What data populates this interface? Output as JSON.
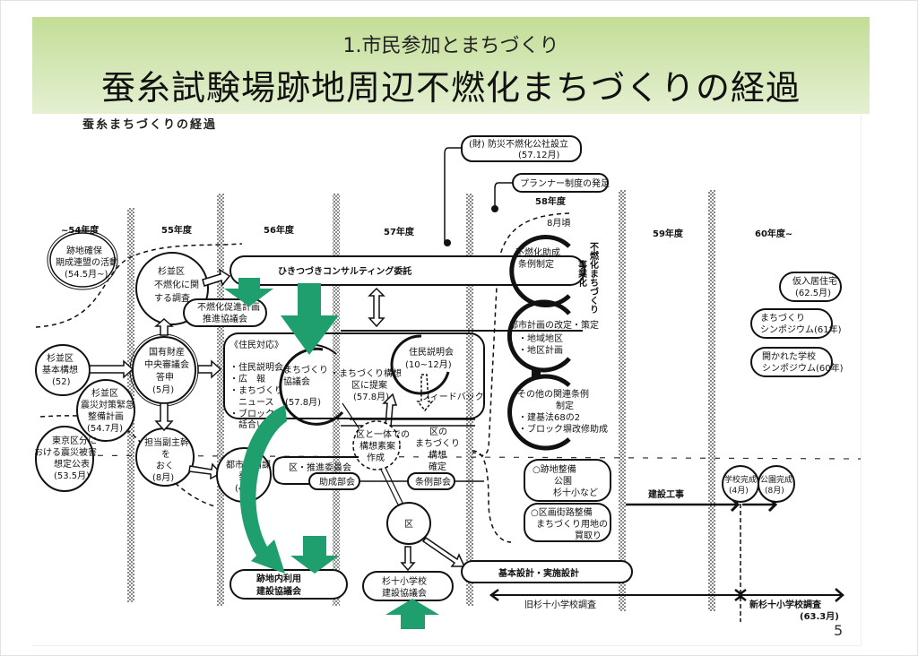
{
  "header": {
    "subtitle": "1.市民参加とまちづくり",
    "title": "蚕糸試験場跡地周辺不燃化まちづくりの経過"
  },
  "document": {
    "title": "蚕糸まちづくりの経過",
    "page_number": "5"
  },
  "colors": {
    "header_top": "#c3dd96",
    "header_bottom": "#e4f0d2",
    "highlight_arrow": "#1f9e6e"
  },
  "years": [
    "~54年度",
    "55年度",
    "56年度",
    "57年度",
    "58年度",
    "59年度",
    "60年度~"
  ],
  "nodes": {
    "chiiki_kakuho": [
      "跡地確保",
      "期成連盟の活動",
      "(54.5月~)"
    ],
    "suginami_kihon": [
      "杉並区",
      "基本構想",
      "(52)"
    ],
    "shinsai_taisaku": [
      "杉並区",
      "震災対策緊急",
      "整備計画",
      "(54.7月)"
    ],
    "tokyo_higai": [
      "東京区分に",
      "おける震災被害",
      "想定公表",
      "(53.5月)"
    ],
    "funenka_chosa": [
      "杉並区",
      "不燃化に関",
      "する調査"
    ],
    "funenka_kyogikai": [
      "不燃化促進計画",
      "推進協議会"
    ],
    "kokuyu_toshin": [
      "国有財産",
      "中央審議会",
      "答申",
      "(5月)"
    ],
    "tanto_fukushuji": [
      "担当副主幹",
      "を",
      "おく",
      "(8月)"
    ],
    "consulting": "ひきつづきコンサルティング委託",
    "jumin_taio": [
      "《住民対応》",
      "・住民説明会",
      "・広　報",
      "・まちづくり",
      "　ニュース",
      "・ブロック",
      "　話合い"
    ],
    "machizukuri_kyogikai": [
      "まちづくり",
      "協議会",
      "(57.8月)"
    ],
    "koso_teian": [
      "・まちづくり構想",
      "区に提案",
      "(57.8月)"
    ],
    "jumin_setsumeikai": [
      "住民説明会",
      "(10~12月)"
    ],
    "feedback": "フィードバック",
    "koso_sakusei": [
      "区と一体での",
      "構想素案",
      "作成"
    ],
    "ku_koso_kakutei": [
      "区の",
      "まちづくり",
      "構想",
      "確定"
    ],
    "toshi_seibika": [
      "都市整備課",
      "発足",
      "(4月)"
    ],
    "suishin_iinkai": "区・推進委員会",
    "josei_bukai": "助成部会",
    "jorei_bukai": "条例部会",
    "ku": "区",
    "atochi_kyogikai": [
      "跡地内利用",
      "建設協議会"
    ],
    "sugi10_kyogikai": [
      "杉十小学校",
      "建設協議会"
    ],
    "kihon_sekkei": "基本設計・実施設計",
    "kyu_chosa": "旧杉十小学校調査",
    "shin_chosa": [
      "新杉十小学校調査",
      "(63.3月)"
    ],
    "bosai_kosha": [
      "(財) 防災不燃化公社設立",
      "(57.12月)"
    ],
    "planner": "プランナー制度の発足",
    "month_8": "8月頃",
    "funenka_jorei": [
      "不燃化助成",
      "条例制定"
    ],
    "toshi_keikaku": [
      "都市計画の改定・策定",
      "・地域地区",
      "・地区計画"
    ],
    "sonota_jorei": [
      "その他の関連条例",
      "制定",
      "・建基法68の2",
      "・ブロック塀改修助成"
    ],
    "jigyoka": [
      "不燃化まちづくり",
      "事業化"
    ],
    "atochi_seibi": [
      "○跡地整備",
      "公園",
      "杉十小など"
    ],
    "kukaku_seibi": [
      "○区画街路整備",
      "まちづくり用地の",
      "買取り"
    ],
    "kensetsu_koji": "建設工事",
    "gakko_kansei": [
      "学校完成",
      "(4月)"
    ],
    "koen_kansei": [
      "公園完成",
      "(8月)"
    ],
    "kari_nyukyo": [
      "仮入居住宅",
      "(62.5月)"
    ],
    "symposium_61": [
      "まちづくり",
      "シンポジウム(61年)"
    ],
    "symposium_60": [
      "開かれた学校",
      "シンポジウム(60年)"
    ]
  }
}
